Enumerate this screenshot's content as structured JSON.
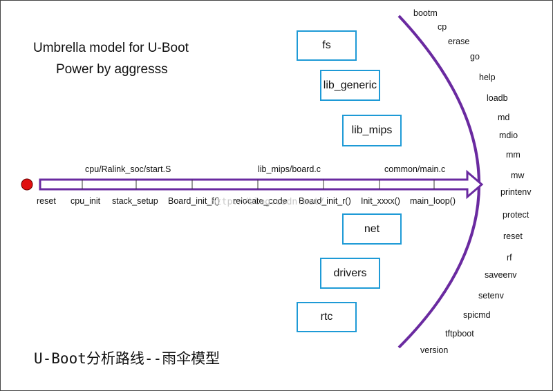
{
  "title_line1": "Umbrella model for U-Boot",
  "title_line2": "Power by aggresss",
  "caption": "U-Boot分析路线--雨伞模型",
  "watermark": "http://blog.csdn.net/",
  "libs_above": [
    "fs",
    "lib_generic",
    "lib_mips"
  ],
  "libs_below": [
    "net",
    "drivers",
    "rtc"
  ],
  "file_labels": [
    "cpu/Ralink_soc/start.S",
    "lib_mips/board.c",
    "common/main.c"
  ],
  "steps": [
    "reset",
    "cpu_init",
    "stack_setup",
    "Board_init_f()",
    "relocate_code",
    "Board_init_r()",
    "Init_xxxx()",
    "main_loop()"
  ],
  "commands": [
    "bootm",
    "cp",
    "erase",
    "go",
    "help",
    "loadb",
    "md",
    "mdio",
    "mm",
    "mw",
    "printenv",
    "protect",
    "reset",
    "rf",
    "saveenv",
    "setenv",
    "spicmd",
    "tftpboot",
    "version"
  ],
  "colors": {
    "arc": "#6a2aa0",
    "arrow": "#6a2aa0",
    "box_border": "#1e9ad6",
    "start_dot": "#e01010"
  }
}
